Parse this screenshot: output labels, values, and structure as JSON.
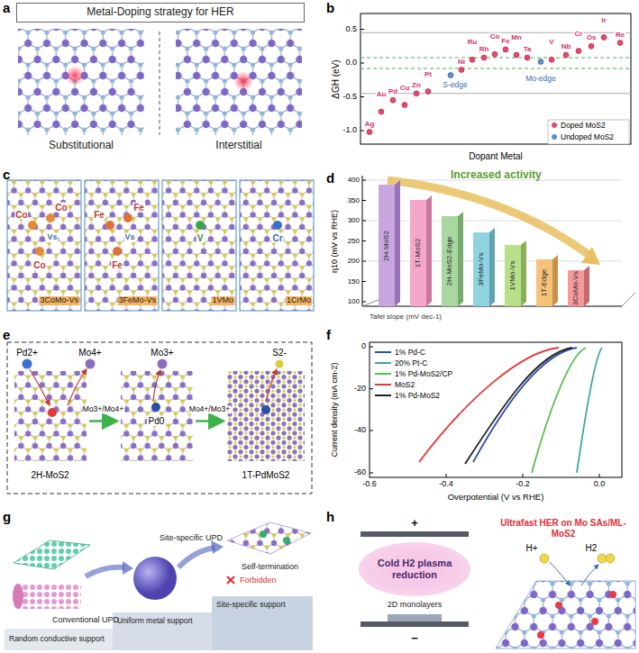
{
  "diagram": {
    "nodes": [
      {
        "text": [
          "Metal-Doping strategy for HER"
        ]
      },
      {
        "text": [
          "2H-MoS2"
        ]
      },
      {
        "text": [
          "Pd0"
        ]
      },
      {
        "text": [
          "1T-PdMoS2"
        ]
      },
      {
        "text": [
          "Cold H2 plasma reduction"
        ]
      },
      {
        "text": [
          "Ultrafast HER on Mo SAs/ML-MoS2"
        ]
      }
    ],
    "edges": [
      {
        "from": 1,
        "to": 2,
        "label": "Mo3+/Mo4+",
        "arrow": "to"
      },
      {
        "from": 2,
        "to": 3,
        "label": "Mo4+/Mo3+",
        "arrow": "to"
      }
    ],
    "labels": [
      "a",
      "b",
      "c",
      "d",
      "e",
      "f",
      "g",
      "h",
      "Substitutional",
      "Interstitial",
      "ΔGH (eV)",
      "0.5",
      "0.0",
      "-0.5",
      "-1.0",
      "Dopant Metal",
      "Ag",
      "Au",
      "Pd",
      "Cu",
      "Zn",
      "Pt",
      "Ni",
      "Ru",
      "Rh",
      "Co",
      "Fe",
      "Mn",
      "Ta",
      "V",
      "Nb",
      "Cr",
      "Os",
      "Ir",
      "Re",
      "S-edge",
      "Mo-edge",
      "Co",
      "Co",
      "Co",
      "Vs",
      "3CoMo-Vs",
      "Fe",
      "Fe",
      "Fe",
      "Vs",
      "3FeMo-Vs",
      "V",
      "1VMo",
      "Cr",
      "1CrMo",
      "η10 (mV vs RHE)",
      "400",
      "350",
      "300",
      "250",
      "200",
      "150",
      "100",
      "Increased activity",
      "Tafel slope (mV dec-1)",
      "2H-MoS2",
      "1T-MoS2",
      "2H-MoS2-Edge",
      "3FeMo-Vs",
      "1VMo-Vs",
      "1T-Edge",
      "3CoMo-Vs",
      "Pd2+",
      "Mo4+",
      "Mo3+",
      "S2-",
      "Current density (mA cm-2)",
      "0",
      "-20",
      "-40",
      "-60",
      "-0.6",
      "-0.4",
      "-0.2",
      "0.0",
      "Overpotential (V vs RHE)",
      "Conventional UPD",
      "Site-specific UPD",
      "Self-termination",
      "Forbidden",
      "Random conductive support",
      "Uniform metal support",
      "Site-specific support",
      "+",
      "−",
      "H+",
      "H2",
      "2D monolayers"
    ],
    "legend": [
      {
        "text": "Doped MoS2",
        "color": "#e8486f"
      },
      {
        "text": "Undoped MoS2",
        "color": "#5b8fd0"
      },
      {
        "text": "1% Pd-C",
        "color": "#2f4fb0"
      },
      {
        "text": "20% Pt-C",
        "color": "#3aa6a0"
      },
      {
        "text": "1% Pd-MoS2/CP",
        "color": "#55c04a"
      },
      {
        "text": "MoS2",
        "color": "#e03a3a"
      },
      {
        "text": "1% Pd-MoS2",
        "color": "#222222"
      }
    ]
  }
}
